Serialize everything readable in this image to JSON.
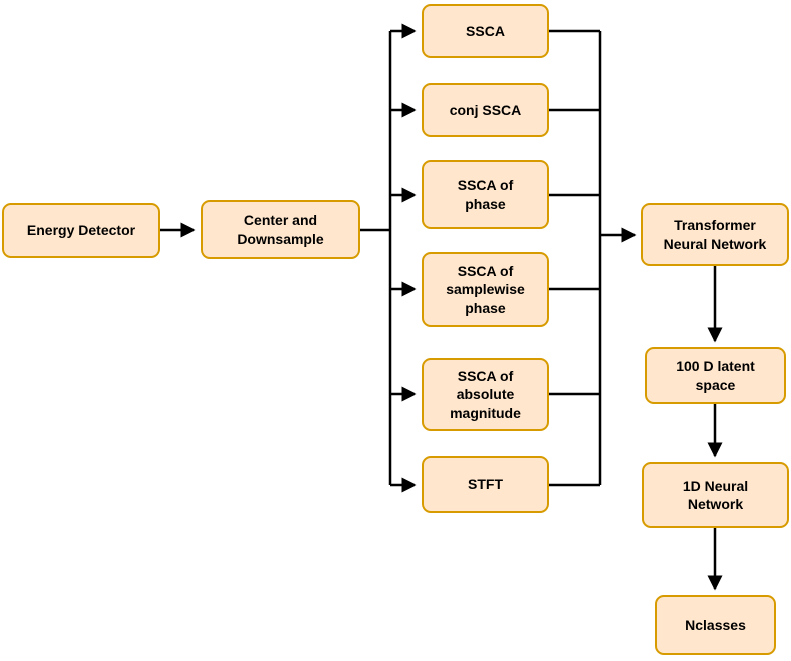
{
  "diagram": {
    "colors": {
      "node_fill": "#FFE6CC",
      "node_border": "#D79B00",
      "connector": "#000000",
      "text": "#000000"
    },
    "nodes": {
      "energy_detector": {
        "label": "Energy Detector"
      },
      "center_downsample": {
        "label": "Center and\nDownsample"
      },
      "ssca": {
        "label": "SSCA"
      },
      "conj_ssca": {
        "label": "conj SSCA"
      },
      "ssca_phase": {
        "label": "SSCA of\nphase"
      },
      "ssca_samplewise_phase": {
        "label": "SSCA of\nsamplewise\nphase"
      },
      "ssca_abs_magnitude": {
        "label": "SSCA of\nabsolute\nmagnitude"
      },
      "stft": {
        "label": "STFT"
      },
      "transformer_nn": {
        "label": "Transformer\nNeural Network"
      },
      "latent_space": {
        "label": "100 D latent\nspace"
      },
      "nn_1d": {
        "label": "1D Neural\nNetwork"
      },
      "nclasses": {
        "label": "Nclasses"
      }
    }
  }
}
